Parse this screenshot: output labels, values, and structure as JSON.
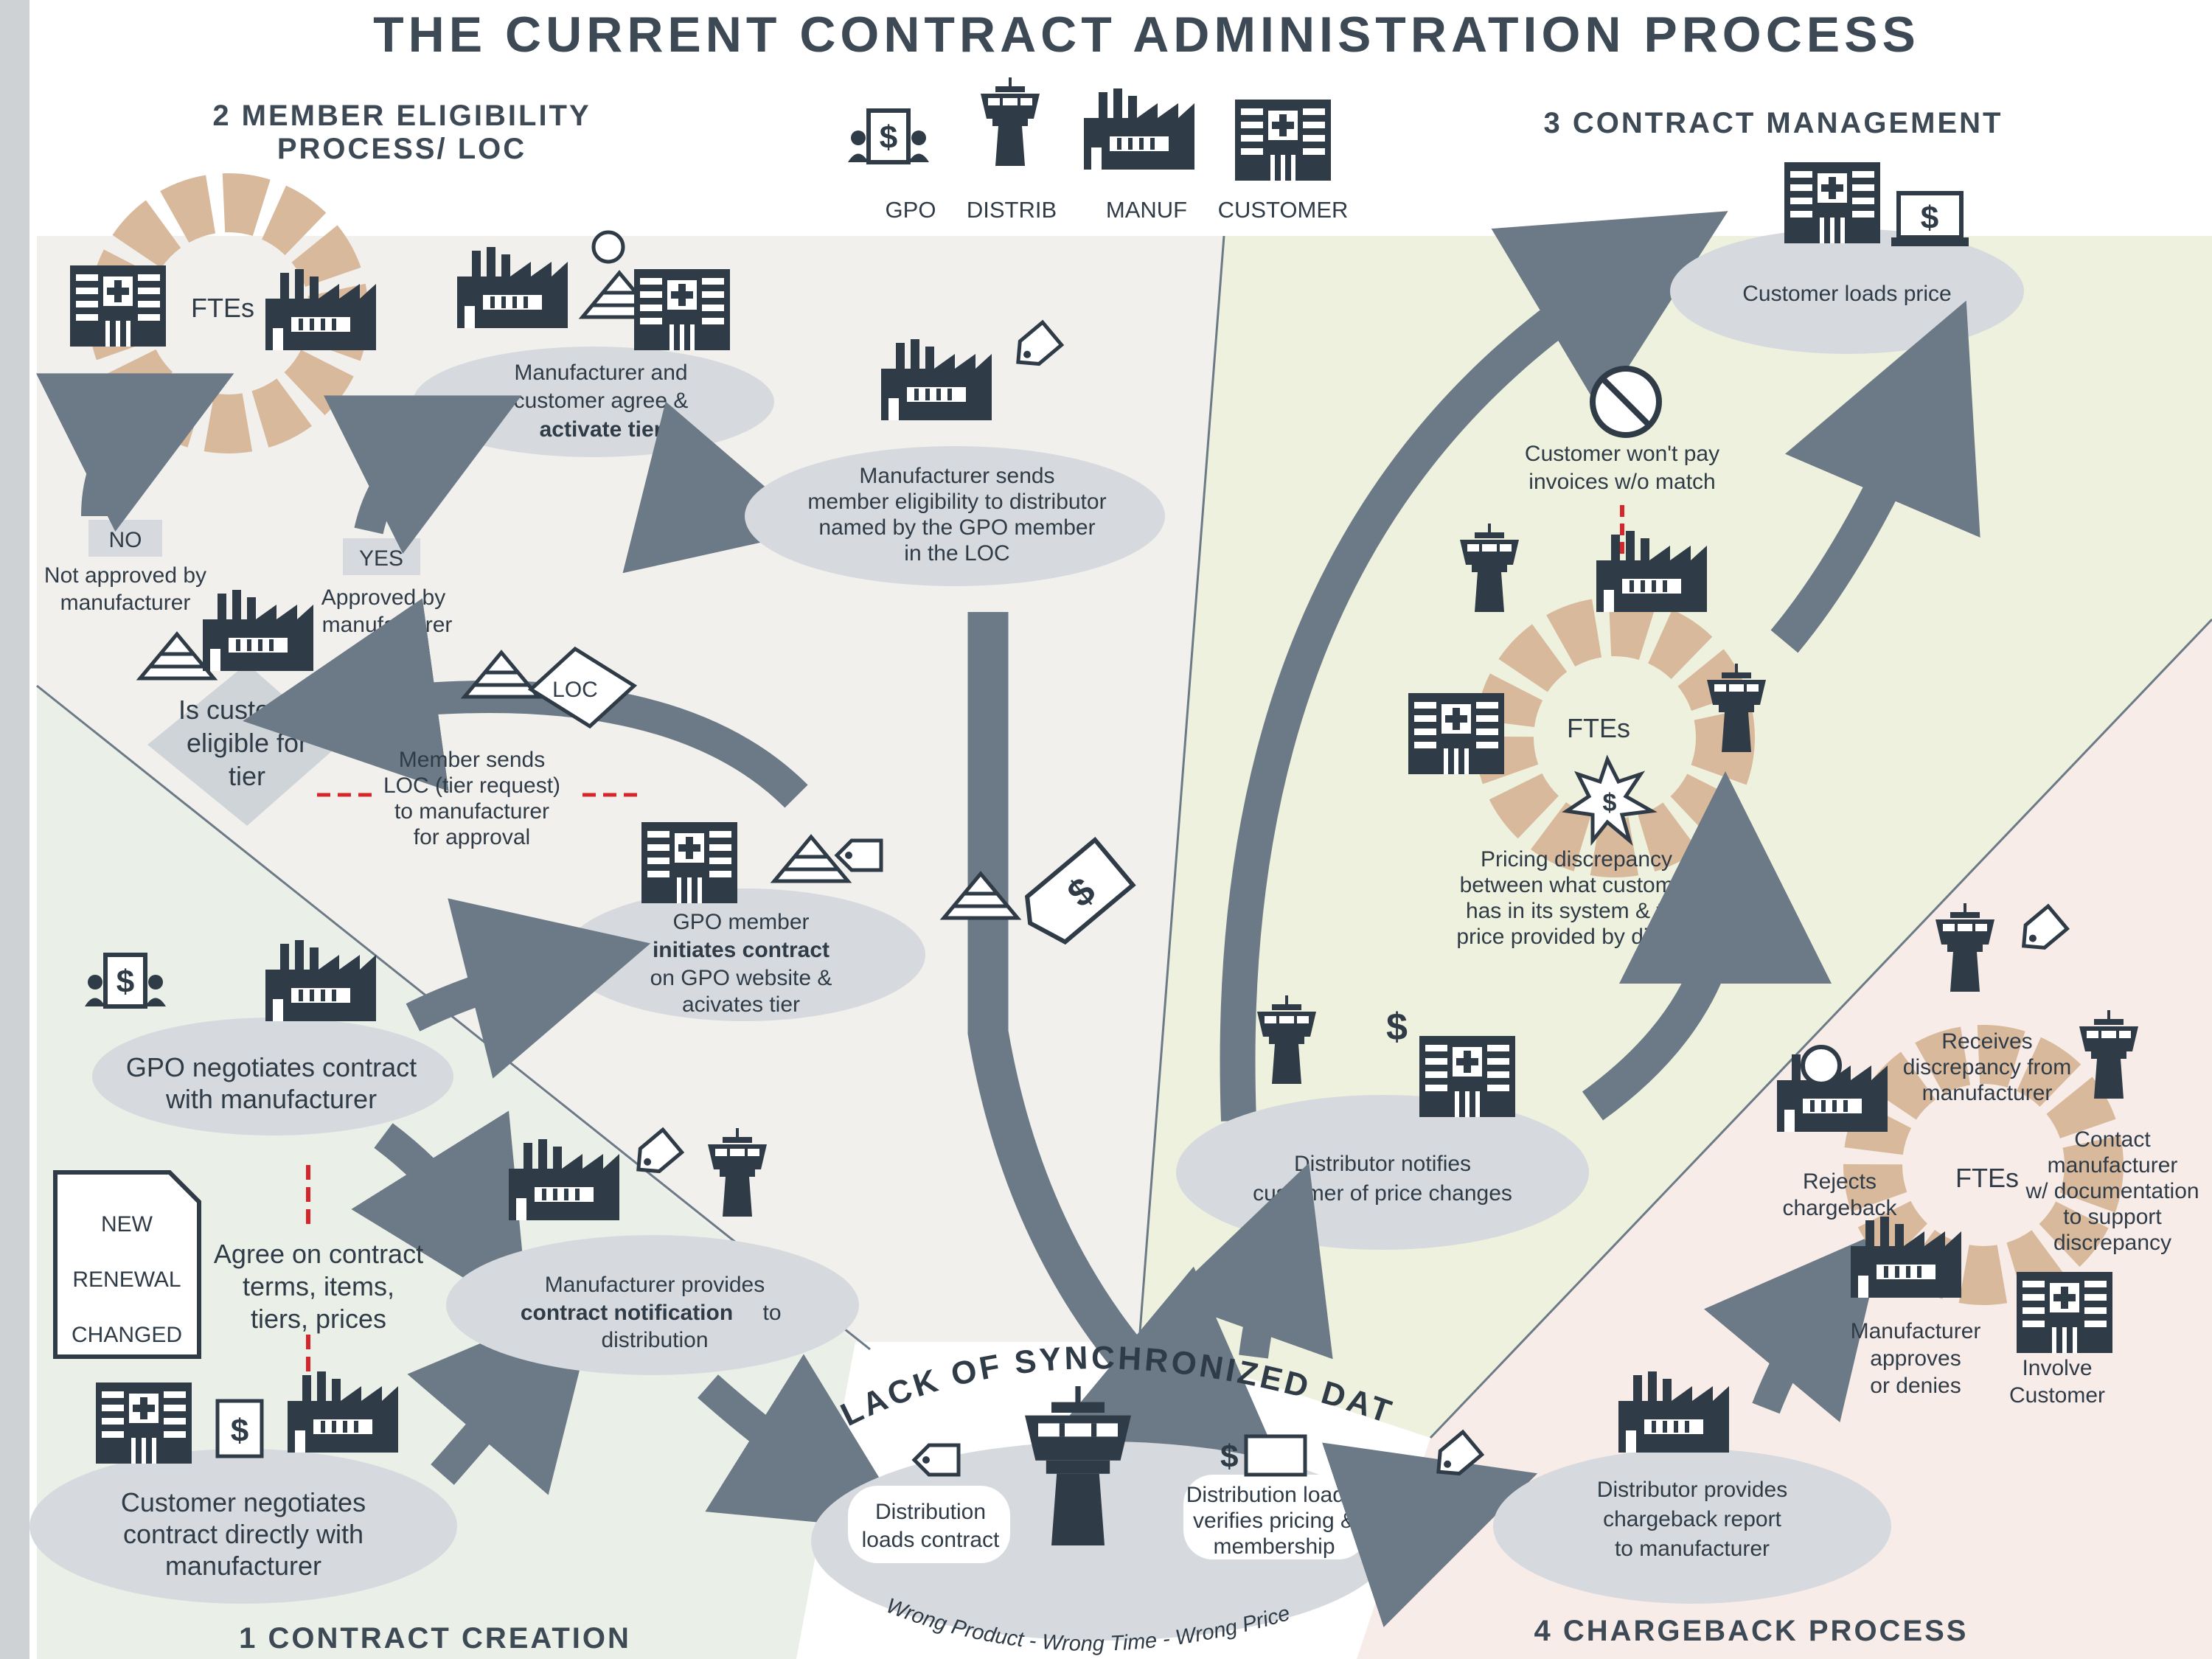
{
  "title": "THE CURRENT CONTRACT ADMINISTRATION PROCESS",
  "sections": {
    "s1": "1 CONTRACT CREATION",
    "s2_line1": "2 MEMBER ELIGIBILITY",
    "s2_line2": "PROCESS/ LOC",
    "s3": "3 CONTRACT MANAGEMENT",
    "s4": "4 CHARGEBACK PROCESS"
  },
  "legend": {
    "gpo": "GPO",
    "distrib": "DISTRIB",
    "manuf": "MANUF",
    "customer": "CUSTOMER"
  },
  "fte": "FTEs",
  "nodes": {
    "agree_l1": "Manufacturer and",
    "agree_l2": "customer agree &",
    "agree_l3": "activate tier",
    "no_badge": "NO",
    "no_l1": "Not approved by",
    "no_l2": "manufacturer",
    "yes_badge": "YES",
    "yes_l1": "Approved by",
    "yes_l2": "manufacturer",
    "elig_l1": "Is customer",
    "elig_l2": "eligible for",
    "elig_l3": "tier",
    "loc_badge": "LOC",
    "loc_l1": "Member sends",
    "loc_l2": "LOC (tier request)",
    "loc_l3": "to manufacturer",
    "loc_l4": "for approval",
    "send_l1": "Manufacturer sends",
    "send_l2": "member eligibility to distributor",
    "send_l3": "named by the GPO member",
    "send_l4": "in the LOC",
    "init_l1": "GPO member",
    "init_l2": "initiates contract",
    "init_l3": "on GPO website &",
    "init_l4": "acivates tier",
    "gponeg_l1": "GPO negotiates contract",
    "gponeg_l2": "with manufacturer",
    "types_1": "NEW",
    "types_2": "RENEWAL",
    "types_3": "CHANGED",
    "terms_l1": "Agree on contract",
    "terms_l2": "terms, items,",
    "terms_l3": "tiers, prices",
    "custneg_l1": "Customer negotiates",
    "custneg_l2": "contract directly with",
    "custneg_l3": "manufacturer",
    "notif_l1": "Manufacturer provides",
    "notif_l2a": "contract notification",
    "notif_l2b": "to",
    "notif_l3": "distribution",
    "lack": "LACK OF SYNCHRONIZED DATA",
    "dload_l1": "Distribution",
    "dload_l2": "loads contract",
    "dver_l1": "Distribution loads,",
    "dver_l2": "verifies pricing &",
    "dver_l3": "membership",
    "wrong": "Wrong Product  -  Wrong Time  -  Wrong Price",
    "cload": "Customer loads price",
    "wont_l1": "Customer won't pay",
    "wont_l2": "invoices w/o match",
    "disc_l1": "Pricing discrepancy",
    "disc_l2": "between what customer",
    "disc_l3": "has in its system & the",
    "disc_l4": "price provided by distrib.",
    "dnotif_l1": "Distributor notifies",
    "dnotif_l2": "customer of price changes",
    "cb_l1": "Distributor provides",
    "cb_l2": "chargeback report",
    "cb_l3": "to manufacturer",
    "recv_l1": "Receives",
    "recv_l2": "discrepancy from",
    "recv_l3": "manufacturer",
    "contact_l1": "Contact",
    "contact_l2": "manufacturer",
    "contact_l3": "w/ documentation",
    "contact_l4": "to support",
    "contact_l5": "discrepancy",
    "rej_l1": "Rejects",
    "rej_l2": "chargeback",
    "appr_l1": "Manufacturer",
    "appr_l2": "approves",
    "appr_l3": "or denies",
    "inv_l1": "Involve",
    "inv_l2": "Customer"
  }
}
